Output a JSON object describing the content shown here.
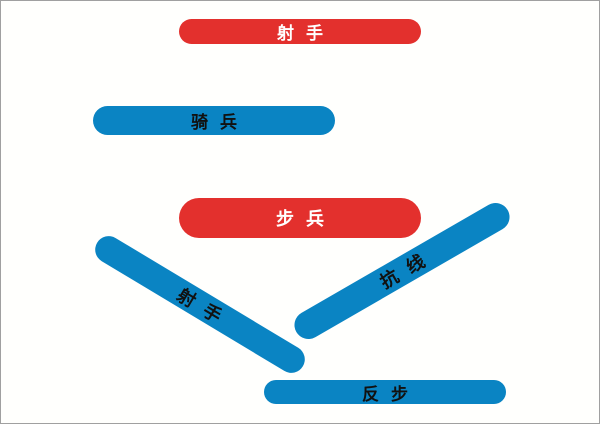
{
  "colors": {
    "red": "#e3302d",
    "blue": "#0a84c3",
    "background": "#fffffd",
    "border": "#a0a0a0"
  },
  "bars": [
    {
      "id": "top-red",
      "label": "射手",
      "color": "red"
    },
    {
      "id": "cavalry",
      "label": "骑兵",
      "color": "blue"
    },
    {
      "id": "infantry",
      "label": "步兵",
      "color": "red"
    },
    {
      "id": "diag-archer",
      "label": "射手",
      "color": "blue"
    },
    {
      "id": "diag-tank",
      "label": "抗线",
      "color": "blue"
    },
    {
      "id": "counter-infantry",
      "label": "反步",
      "color": "blue"
    }
  ]
}
